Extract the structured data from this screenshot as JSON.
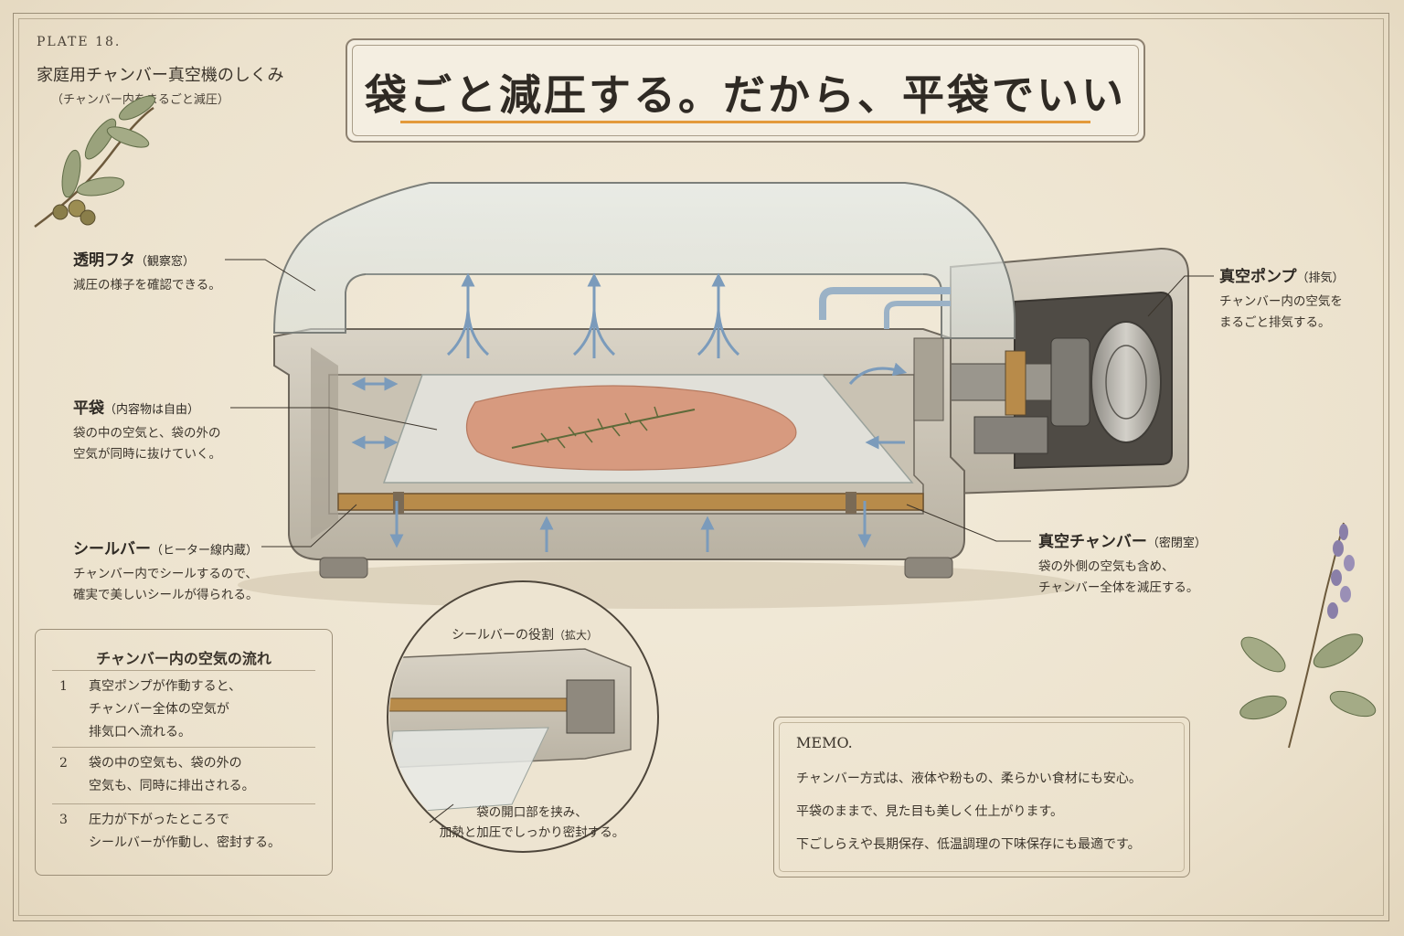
{
  "header": {
    "plate": "PLATE 18.",
    "subject": "家庭用チャンバー真空機のしくみ",
    "subject_note": "（チャンバー内をまるごと減圧）"
  },
  "title": "袋ごと減圧する。だから、平袋でいい",
  "colors": {
    "accent_underline": "#e39a3a",
    "arrow_blue": "#7b9bbb",
    "sealbar_brass": "#b88b4a",
    "meat": "#d79a7f",
    "paper": "#efe6d4"
  },
  "callouts": {
    "lid": {
      "head": "透明フタ",
      "paren": "（観察窓）",
      "body": [
        "減圧の様子を確認できる。"
      ]
    },
    "bag": {
      "head": "平袋",
      "paren": "（内容物は自由）",
      "body": [
        "袋の中の空気と、袋の外の",
        "空気が同時に抜けていく。"
      ]
    },
    "sealbar": {
      "head": "シールバー",
      "paren": "（ヒーター線内蔵）",
      "body": [
        "チャンバー内でシールするので、",
        "確実で美しいシールが得られる。"
      ]
    },
    "pump": {
      "head": "真空ポンプ",
      "paren": "（排気）",
      "body": [
        "チャンバー内の空気を",
        "まるごと排気する。"
      ]
    },
    "chamber": {
      "head": "真空チャンバー",
      "paren": "（密閉室）",
      "body": [
        "袋の外側の空気も含め、",
        "チャンバー全体を減圧する。"
      ]
    }
  },
  "flow": {
    "title": "チャンバー内の空気の流れ",
    "steps": [
      {
        "num": "1",
        "lines": [
          "真空ポンプが作動すると、",
          "チャンバー全体の空気が",
          "排気口へ流れる。"
        ]
      },
      {
        "num": "2",
        "lines": [
          "袋の中の空気も、袋の外の",
          "空気も、同時に排出される。"
        ]
      },
      {
        "num": "3",
        "lines": [
          "圧力が下がったところで",
          "シールバーが作動し、密封する。"
        ]
      }
    ]
  },
  "inset": {
    "label": "シールバーの役割",
    "label_paren": "（拡大）",
    "caption": [
      "袋の開口部を挟み、",
      "加熱と加圧でしっかり密封する。"
    ]
  },
  "memo": {
    "title": "MEMO.",
    "lines": [
      "チャンバー方式は、液体や粉もの、柔らかい食材にも安心。",
      "平袋のままで、見た目も美しく仕上がります。",
      "下ごしらえや長期保存、低温調理の下味保存にも最適です。"
    ]
  },
  "icons": [
    "olive-branch-icon",
    "lavender-sprig-icon",
    "rosemary-sprig-icon",
    "air-flow-arrow-icon"
  ]
}
